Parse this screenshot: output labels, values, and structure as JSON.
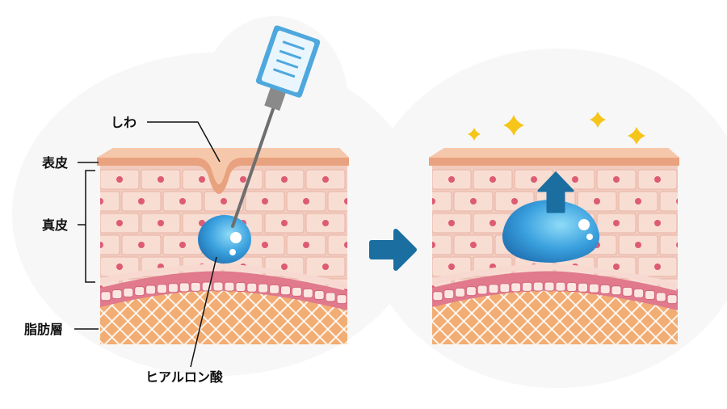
{
  "labels": {
    "wrinkle": "しわ",
    "epidermis": "表皮",
    "dermis": "真皮",
    "fat_layer": "脂肪層",
    "hyaluronic_acid": "ヒアルロン酸"
  },
  "colors": {
    "epidermis": "#e9a27f",
    "epidermis_top": "#f6c8ab",
    "cell_fill": "#f8ddd3",
    "cell_border": "#e8b4a4",
    "nucleus": "#dd5b74",
    "dermis_bg": "#f2cbbf",
    "band_pink": "#e07a8c",
    "band_cell": "#fbe6e2",
    "fat": "#f1ad73",
    "fat_line": "#ffffff",
    "hyaluronic": "#2e8fd3",
    "hyaluronic_light": "#7fd0f5",
    "arrow": "#1a6ea0",
    "sparkle": "#f6c51a",
    "syringe_body": "#4ea8dd",
    "needle": "#777777"
  },
  "icons": {
    "transition": "right-arrow-icon",
    "lift": "up-arrow-icon",
    "sparkles": "sparkle-icon"
  }
}
